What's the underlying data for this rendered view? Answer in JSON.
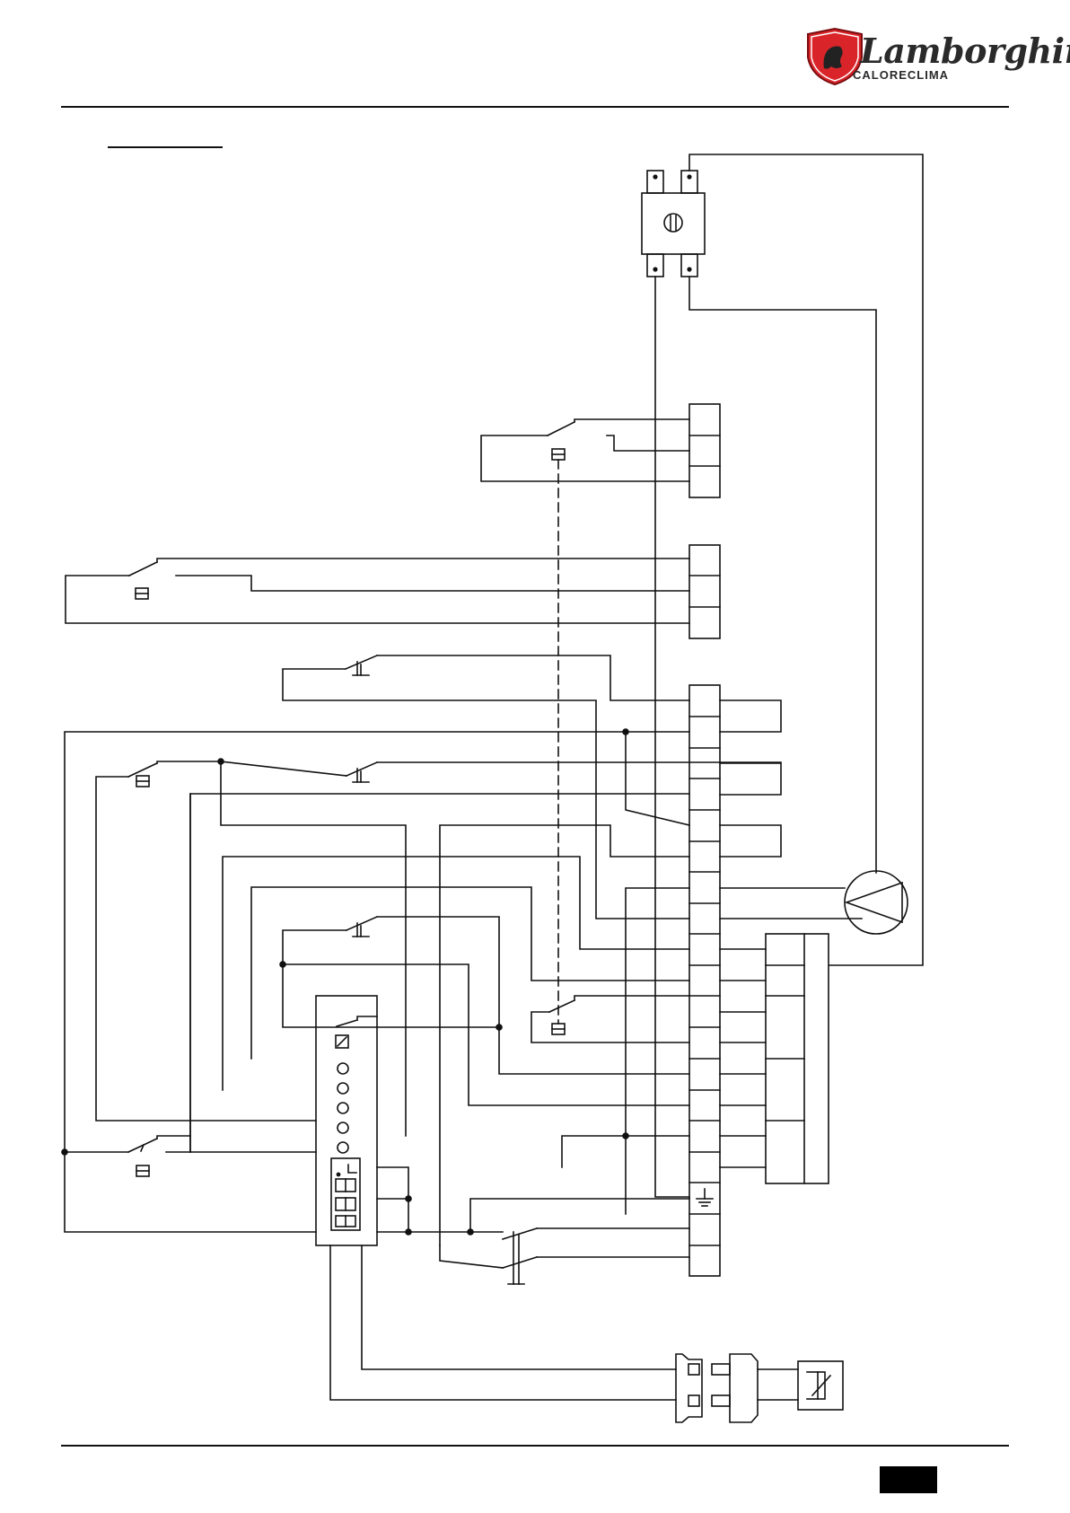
{
  "header": {
    "brand_name": "Lamborghini",
    "brand_subtitle": "CALORECLIMA",
    "colors": {
      "logo_shield": "#d9252a",
      "ink": "#111111"
    }
  },
  "diagram": {
    "type": "electrical-wiring-diagram",
    "components": [
      "main-switch-icon",
      "relay-switch-icon",
      "terminal-block-icon",
      "pump-icon",
      "control-board-icon",
      "display-icon",
      "connector-icon",
      "thermistor-sensor-icon",
      "earth-terminal-icon"
    ]
  }
}
